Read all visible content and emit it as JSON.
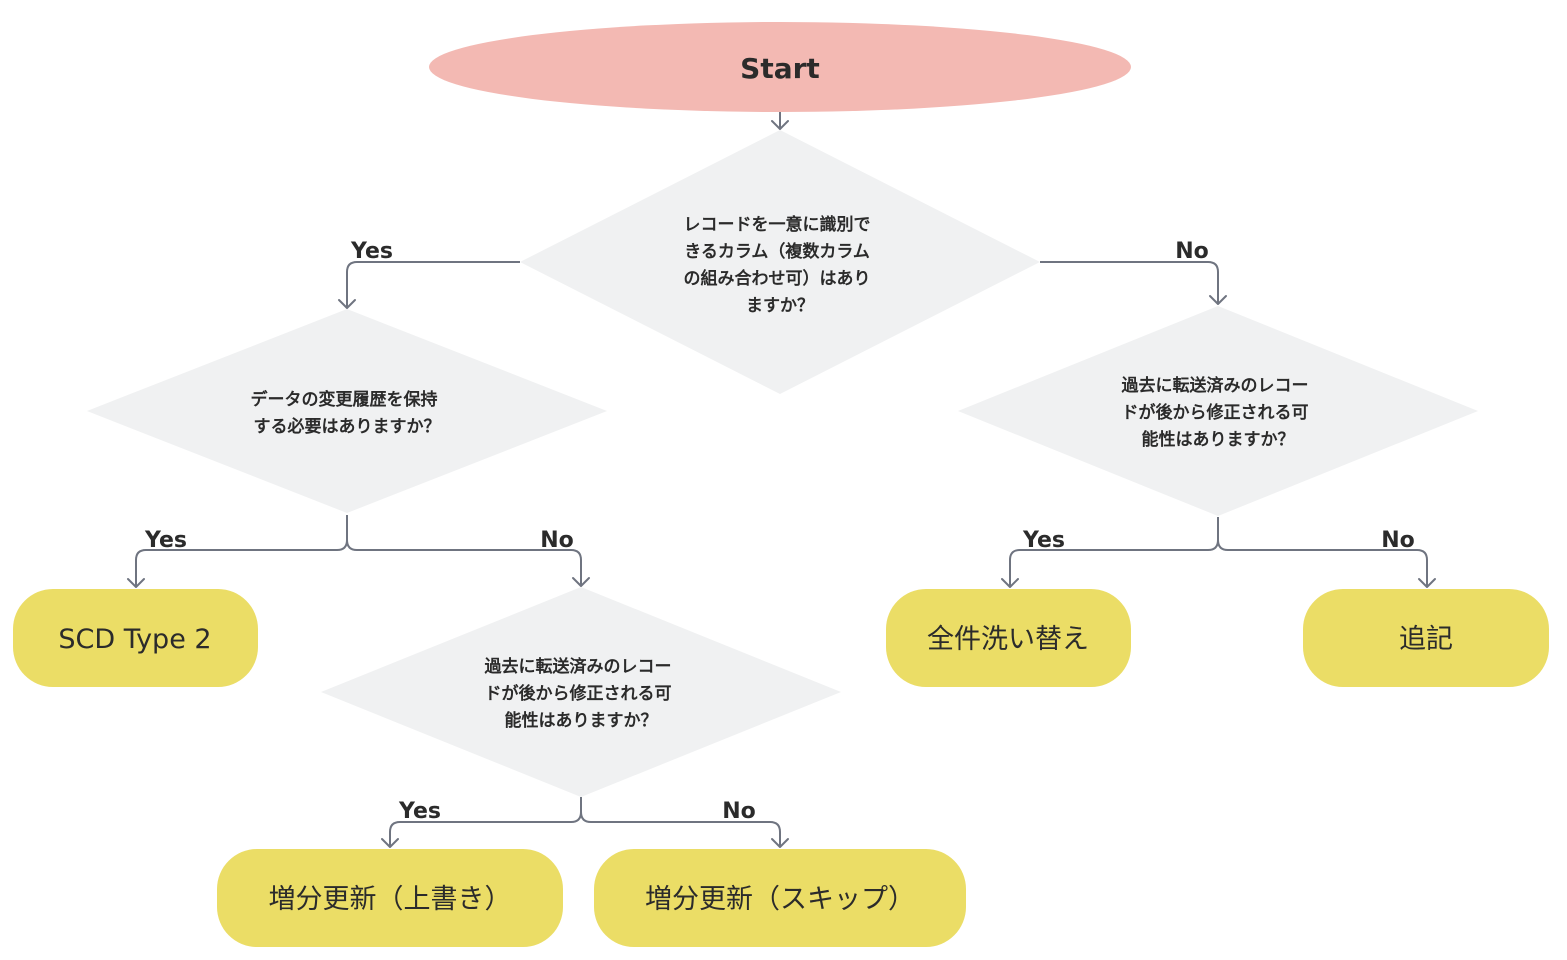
{
  "start": {
    "label": "Start"
  },
  "questions": {
    "q1": [
      "レコードを一意に識別で",
      "きるカラム（複数カラム",
      "の組み合わせ可）はあり",
      "ますか？"
    ],
    "q2": [
      "データの変更履歴を保持",
      "する必要はありますか？"
    ],
    "q3": [
      "過去に転送済みのレコー",
      "ドが後から修正される可",
      "能性はありますか？"
    ],
    "q4": [
      "過去に転送済みのレコー",
      "ドが後から修正される可",
      "能性はありますか？"
    ]
  },
  "edge_labels": {
    "q1_yes": "Yes",
    "q1_no": "No",
    "q2_yes": "Yes",
    "q2_no": "No",
    "q3_yes": "Yes",
    "q3_no": "No",
    "q4_yes": "Yes",
    "q4_no": "No"
  },
  "outcomes": {
    "scd": "SCD Type 2",
    "overwrite": "増分更新（上書き）",
    "skip": "増分更新（スキップ）",
    "full_replace": "全件洗い替え",
    "append": "追記"
  },
  "colors": {
    "start_fill": "#f3b9b3",
    "decision_fill": "#f0f1f2",
    "outcome_fill": "#ebdd66",
    "connector": "#6f7480",
    "text": "#2b2b2b"
  }
}
